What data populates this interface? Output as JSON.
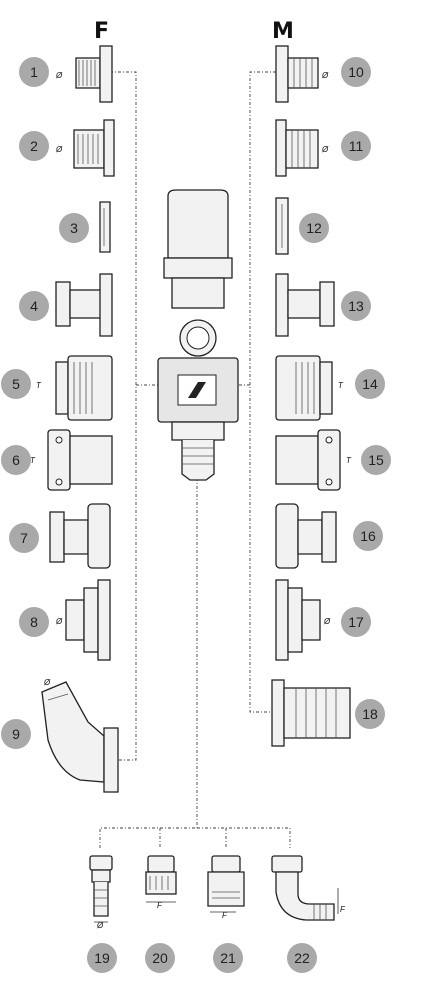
{
  "headers": {
    "female": "F",
    "male": "M"
  },
  "badges": {
    "b1": "1",
    "b2": "2",
    "b3": "3",
    "b4": "4",
    "b5": "5",
    "b6": "6",
    "b7": "7",
    "b8": "8",
    "b9": "9",
    "b10": "10",
    "b11": "11",
    "b12": "12",
    "b13": "13",
    "b14": "14",
    "b15": "15",
    "b16": "16",
    "b17": "17",
    "b18": "18",
    "b19": "19",
    "b20": "20",
    "b21": "21",
    "b22": "22"
  },
  "dims": {
    "diameter": "Ø",
    "thread": "T",
    "female_thread": "F"
  },
  "colors": {
    "badge_fill": "#a9a9a9",
    "line": "#222222",
    "part_fill": "#f2f2f2",
    "valve_body": "#e6e6e6"
  }
}
